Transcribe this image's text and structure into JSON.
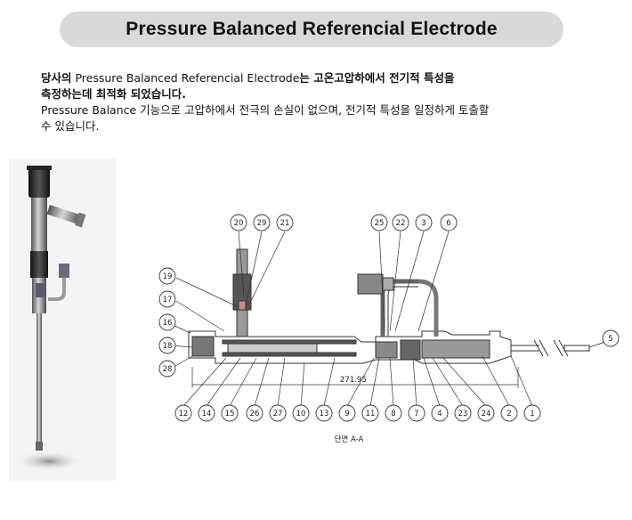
{
  "title": "Pressure Balanced Referencial Electrode",
  "intro": {
    "line1_bold_a": "당사의",
    "line1_normal": " Pressure Balanced Referencial Electrode",
    "line1_bold_b": "는 고온고압하에서 전기적 특성을",
    "line2_bold": "측정하는데 최적화 되었습니다.",
    "line3": "Pressure Balance 기능으로 고압하에서 전극의 손실이 없으며, 전기적 특성을 일정하게 토출할",
    "line4": "수 있습니다."
  },
  "drawing": {
    "dimension": "271.95",
    "section_label": "단면 A-A",
    "top_labels": [
      "20",
      "29",
      "21",
      "25",
      "22",
      "3",
      "6",
      "5"
    ],
    "left_labels": [
      "19",
      "17",
      "16",
      "18",
      "28"
    ],
    "bottom_labels": [
      "12",
      "14",
      "15",
      "26",
      "27",
      "10",
      "13",
      "9",
      "11",
      "8",
      "7",
      "4",
      "23",
      "24",
      "2",
      "1"
    ]
  },
  "colors": {
    "title_bg": "#d9d9d9",
    "drawing_ink": "#333333",
    "photo_metal": "#8a8a8a"
  }
}
